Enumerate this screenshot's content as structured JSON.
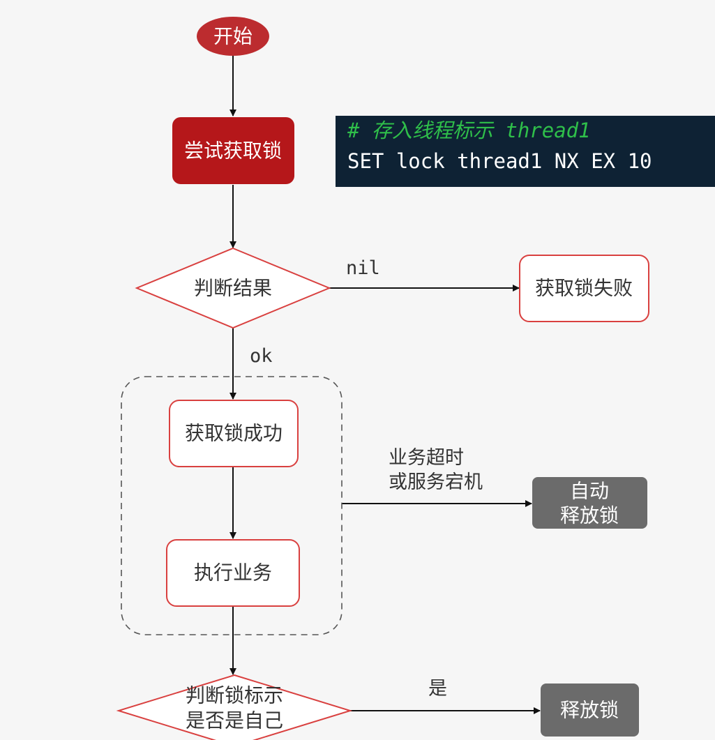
{
  "nodes": {
    "start": "开始",
    "try_lock": "尝试获取锁",
    "judge_result": "判断结果",
    "lock_failed": "获取锁失败",
    "lock_success": "获取锁成功",
    "execute_business": "执行业务",
    "auto_release": [
      "自动",
      "释放锁"
    ],
    "judge_owner": [
      "判断锁标示",
      "是否是自己"
    ],
    "release_lock": "释放锁"
  },
  "edges": {
    "nil": "nil",
    "ok": "ok",
    "timeout": [
      "业务超时",
      "或服务宕机"
    ],
    "yes": "是"
  },
  "code": {
    "comment": "#  存入线程标示 thread1",
    "command": "SET lock thread1 NX EX 10"
  },
  "colors": {
    "accent_red": "#b5171a",
    "start_red": "#bc2c2f",
    "border_red": "#d9403f",
    "box_text": "#333333",
    "gray_box": "#6b6b6b",
    "code_bg": "#0e2234",
    "code_comment": "#2fbf4a",
    "code_text": "#ffffff",
    "line": "#111111"
  }
}
